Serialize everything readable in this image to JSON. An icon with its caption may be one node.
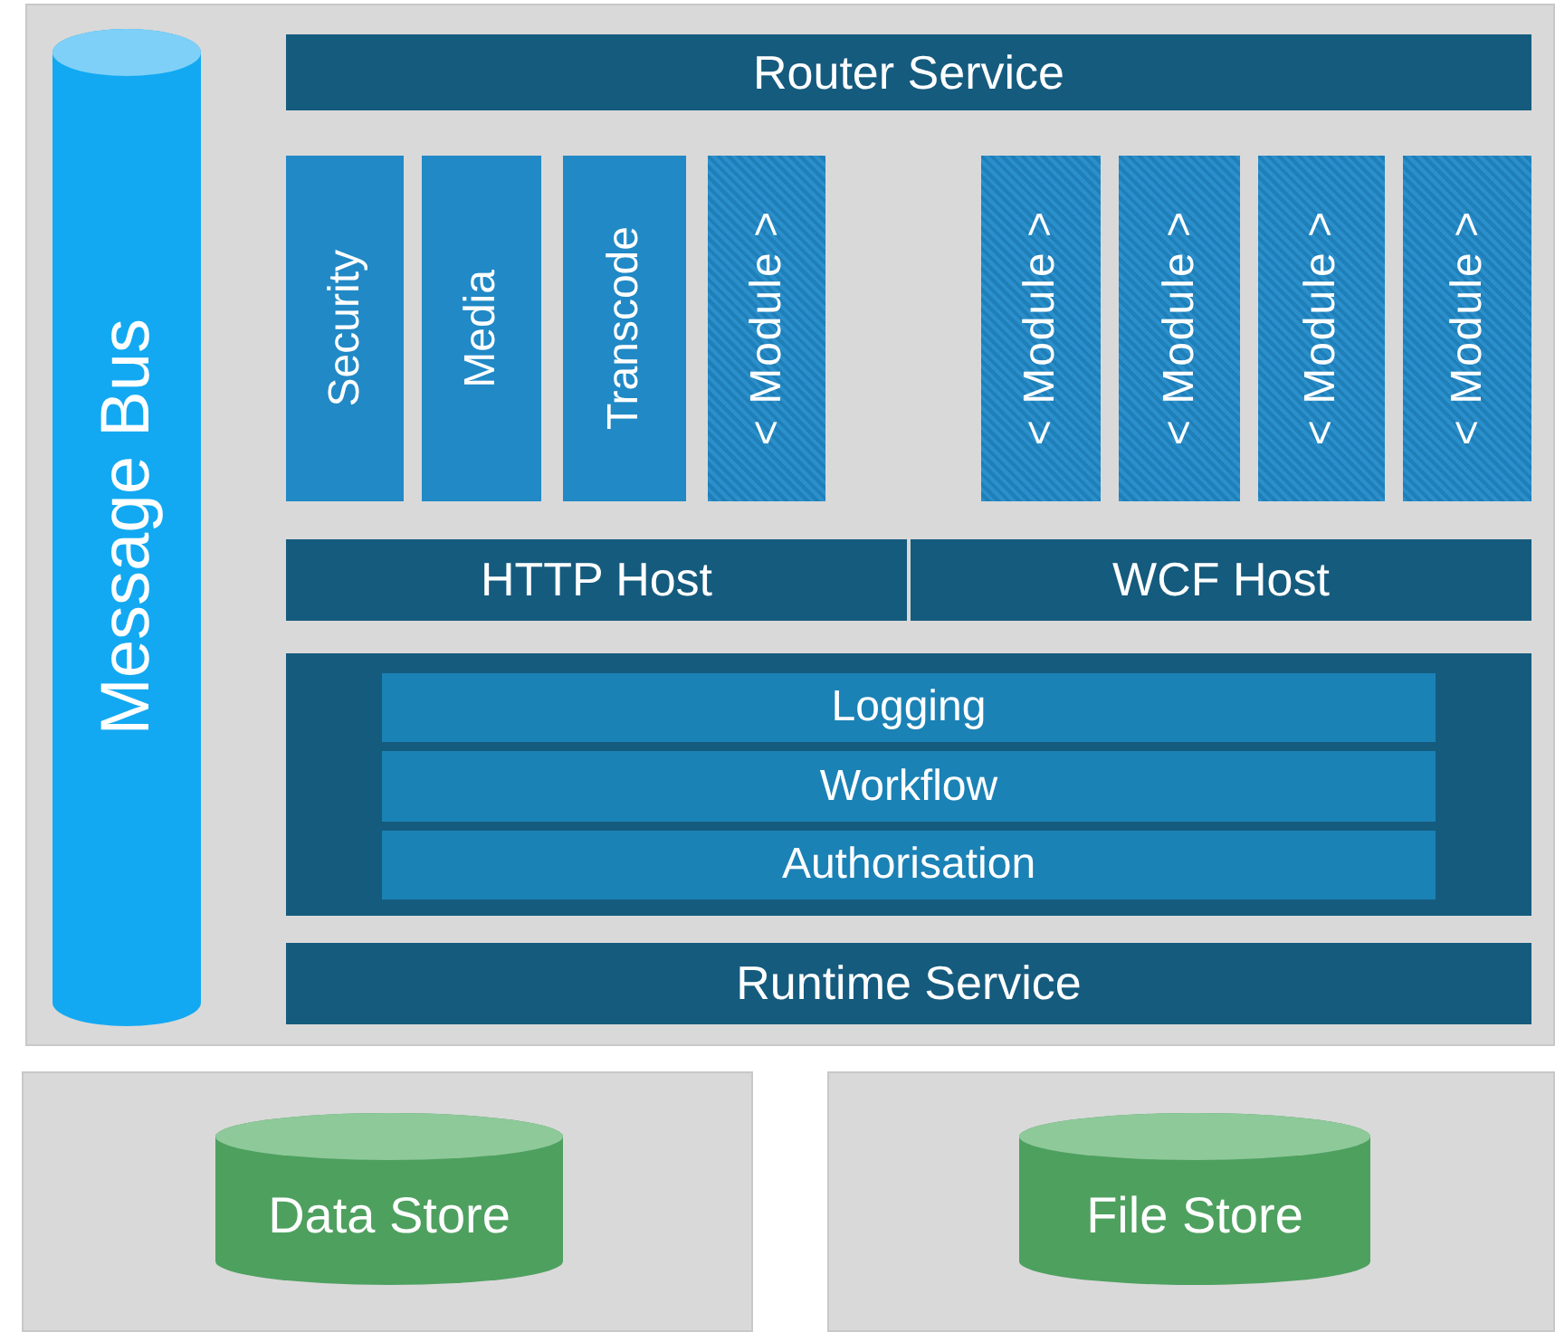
{
  "diagram": {
    "nodes": [
      {
        "text": [],
        "shape": "box"
      },
      {
        "text": [
          "Message Bus"
        ],
        "in": 0
      },
      {
        "text": [
          "Router Service"
        ],
        "in": 0
      },
      {
        "text": [
          "Security"
        ],
        "in": 0
      },
      {
        "text": [
          "Media"
        ],
        "in": 0
      },
      {
        "text": [
          "Transcode"
        ],
        "in": 0
      },
      {
        "text": [
          "< Module >"
        ],
        "in": 0
      },
      {
        "text": [
          "< Module >"
        ],
        "in": 0
      },
      {
        "text": [
          "< Module >"
        ],
        "in": 0
      },
      {
        "text": [
          "< Module >"
        ],
        "in": 0
      },
      {
        "text": [
          "< Module >"
        ],
        "in": 0
      },
      {
        "text": [
          "HTTP Host"
        ],
        "in": 0
      },
      {
        "text": [
          "WCF Host"
        ],
        "in": 0
      },
      {
        "text": [],
        "shape": "box",
        "in": 0
      },
      {
        "text": [
          "Logging"
        ],
        "in": 13
      },
      {
        "text": [
          "Workflow"
        ],
        "in": 13
      },
      {
        "text": [
          "Authorisation"
        ],
        "in": 13
      },
      {
        "text": [
          "Runtime Service"
        ],
        "in": 0
      },
      {
        "text": [],
        "shape": "box"
      },
      {
        "text": [
          "Data Store"
        ],
        "in": 18
      },
      {
        "text": [],
        "shape": "box"
      },
      {
        "text": [
          "File Store"
        ],
        "in": 20
      }
    ]
  }
}
